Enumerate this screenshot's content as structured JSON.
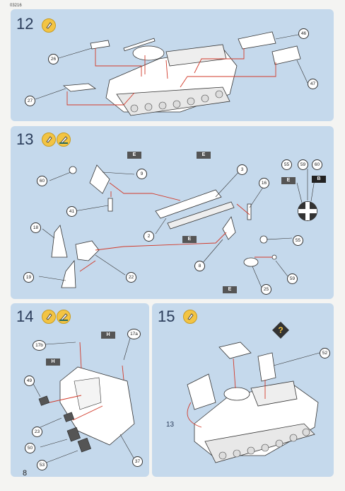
{
  "doc_code": "03216",
  "page_number": "8",
  "steps": [
    {
      "number": "12",
      "callouts": [
        "26",
        "27",
        "46",
        "47"
      ]
    },
    {
      "number": "13",
      "callouts": [
        "60",
        "9",
        "41",
        "2",
        "3",
        "16",
        "55",
        "59",
        "60",
        "55",
        "18",
        "19",
        "22",
        "8",
        "25",
        "59"
      ],
      "flags": [
        "E",
        "E",
        "E",
        "E",
        "E",
        "B"
      ]
    },
    {
      "number": "14",
      "callouts": [
        "17b",
        "17a",
        "49",
        "23",
        "50",
        "53",
        "37"
      ],
      "flags": [
        "H",
        "H"
      ]
    },
    {
      "number": "15",
      "callouts": [
        "52"
      ],
      "subassembly_label": "13"
    }
  ]
}
